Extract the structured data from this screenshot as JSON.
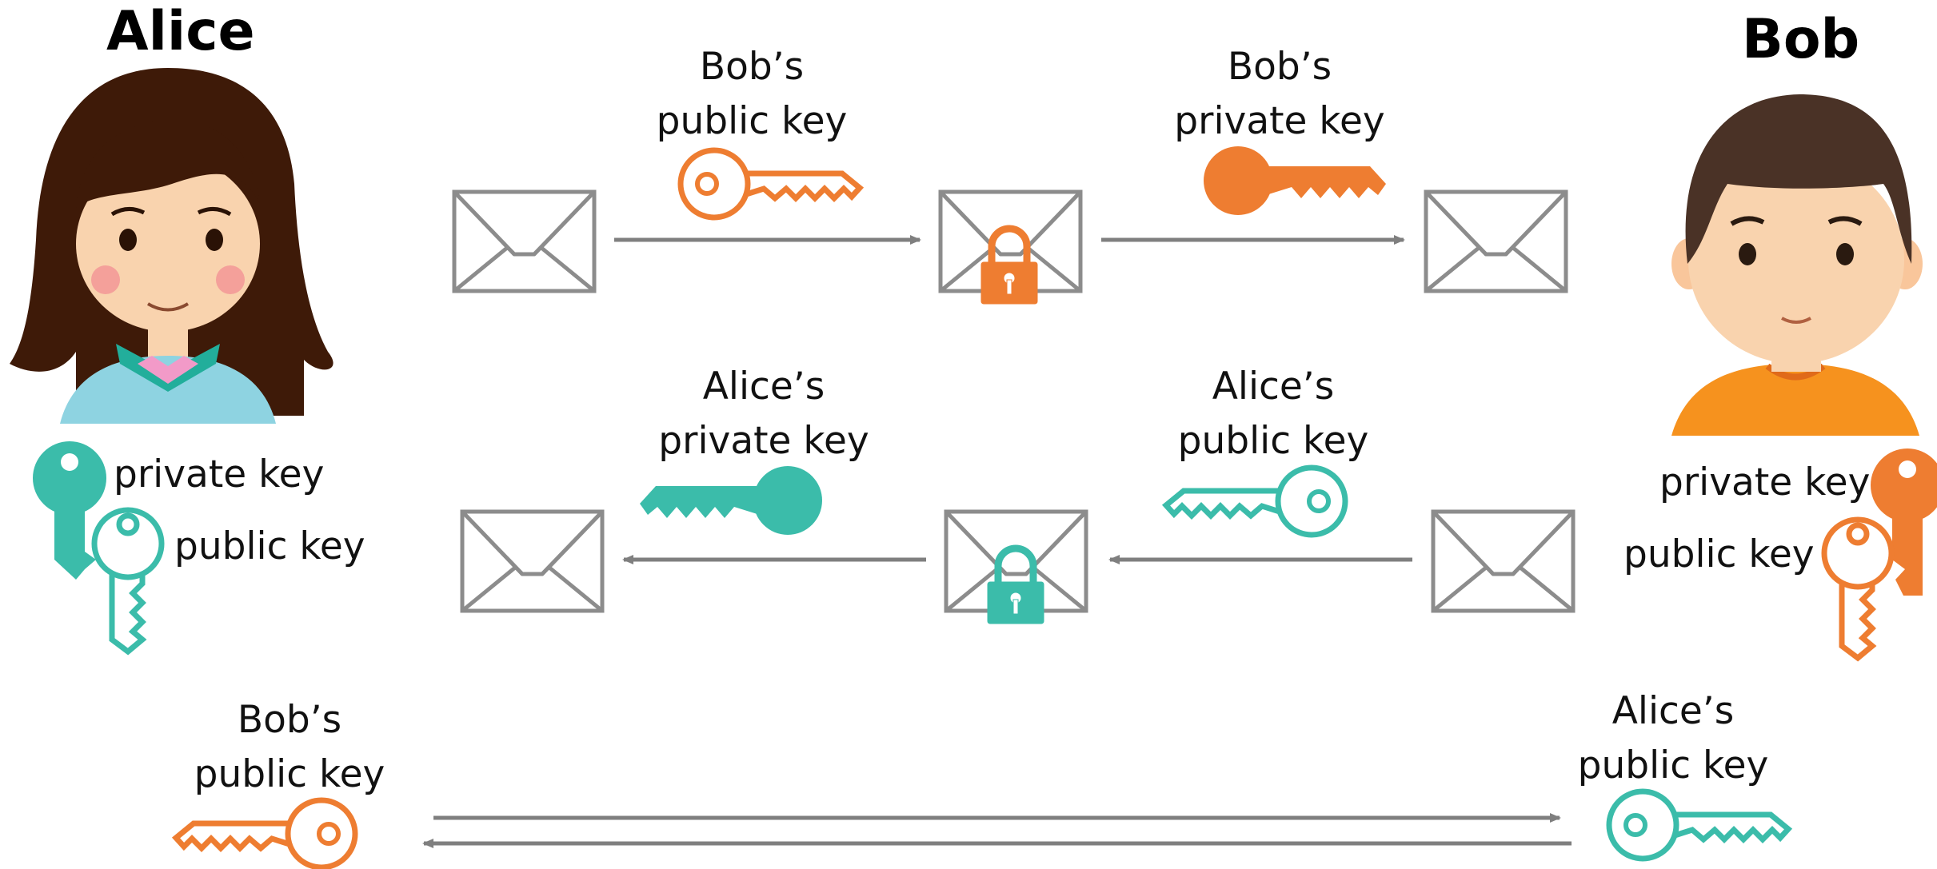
{
  "alice": {
    "name": "Alice",
    "legend_private": "private key",
    "legend_public": "public key"
  },
  "bob": {
    "name": "Bob",
    "legend_private": "private key",
    "legend_public": "public key"
  },
  "row1": {
    "key1_label": [
      "Bob’s",
      "public key"
    ],
    "key2_label": [
      "Bob’s",
      "private key"
    ]
  },
  "row2": {
    "key1_label": [
      "Alice’s",
      "private key"
    ],
    "key2_label": [
      "Alice’s",
      "public key"
    ]
  },
  "row3": {
    "left_label": [
      "Bob’s",
      "public key"
    ],
    "right_label": [
      "Alice’s",
      "public key"
    ]
  },
  "colors": {
    "orange": "#EE7D31",
    "teal": "#3BBCAA",
    "envelope": "#8C8C8C",
    "arrow": "#7F7F7F"
  },
  "icons": [
    "envelope-icon",
    "padlock-icon",
    "key-icon",
    "alice-avatar",
    "bob-avatar"
  ]
}
